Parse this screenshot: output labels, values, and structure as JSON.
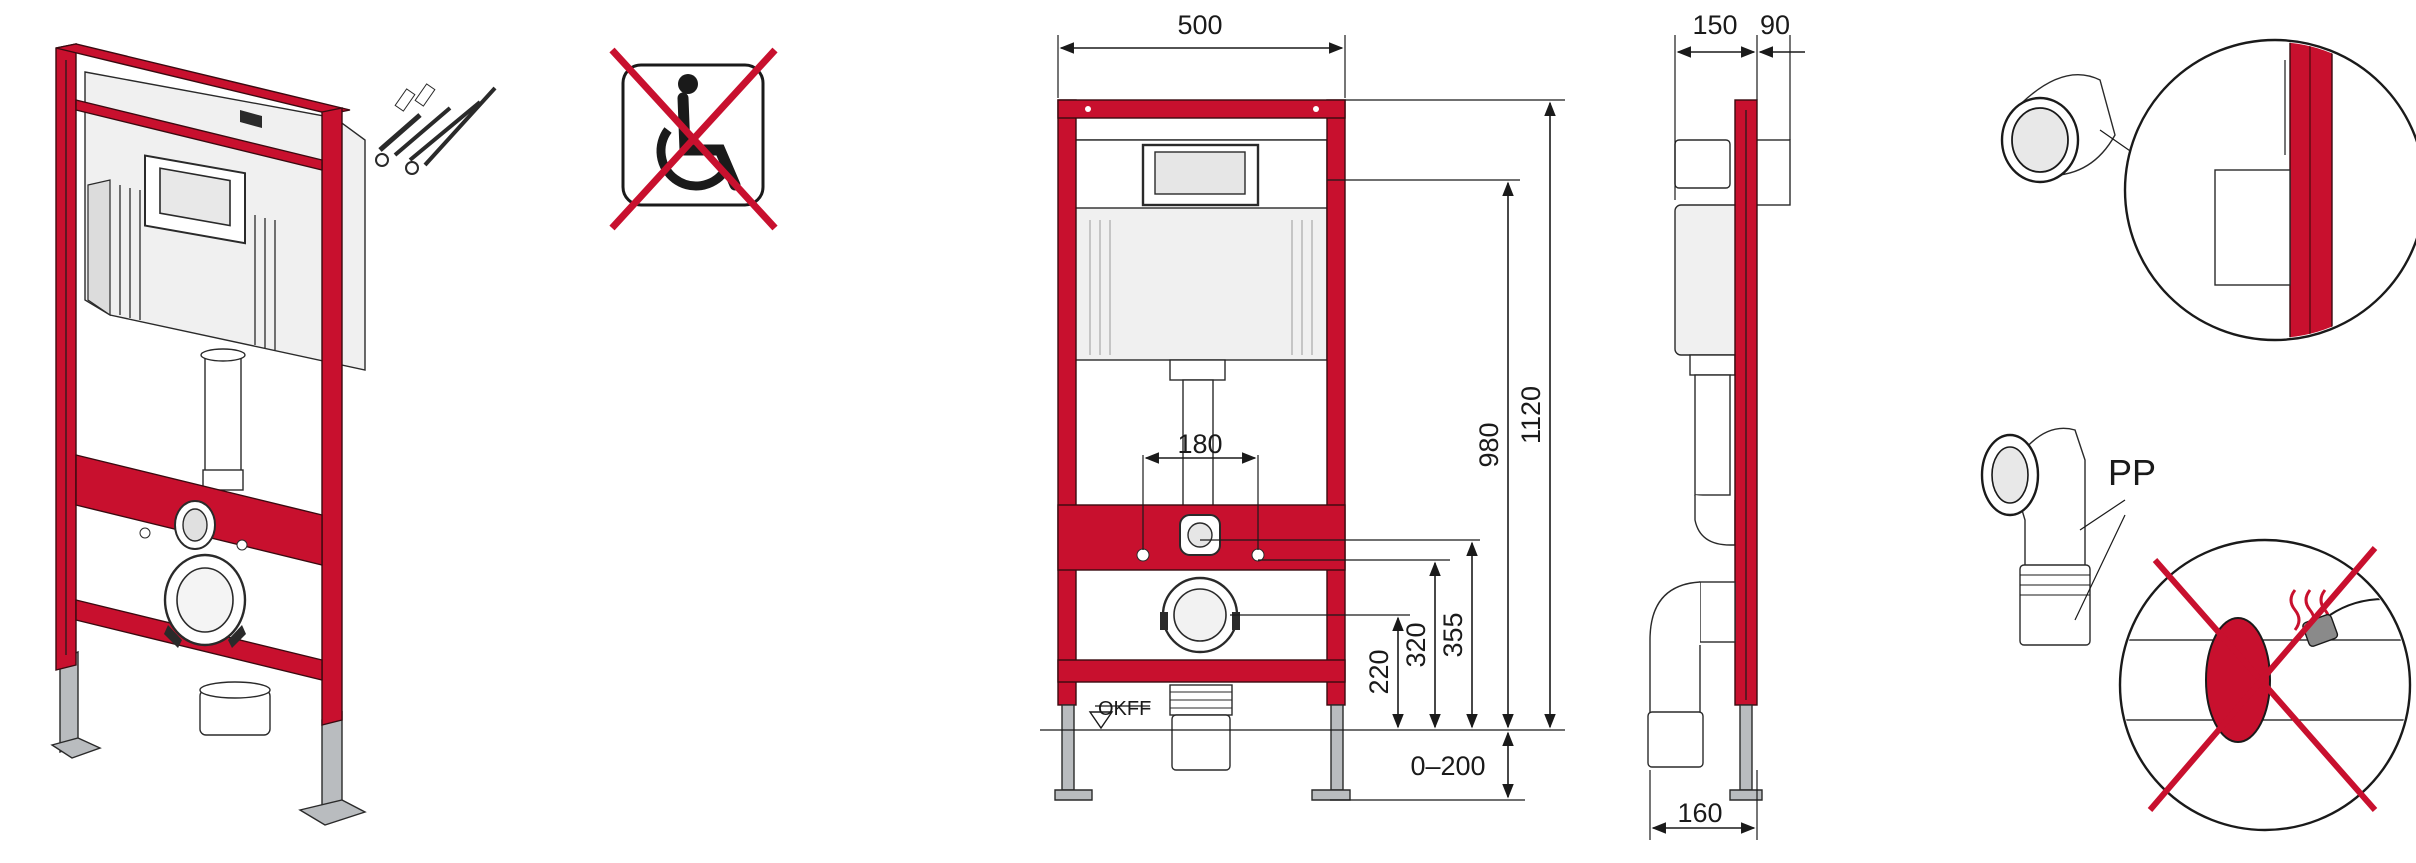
{
  "dimensions": {
    "width": "500",
    "depth_a": "150",
    "depth_b": "90",
    "height_980": "980",
    "height_1120": "1120",
    "spacing_180": "180",
    "h_220": "220",
    "h_320": "320",
    "h_355": "355",
    "range_0_200": "0–200",
    "depth_160": "160"
  },
  "labels": {
    "okff": "OKFF",
    "pp": "PP"
  },
  "colors": {
    "frame_red": "#c8102e",
    "cross_red": "#c8102e",
    "line": "#1a1a1a"
  },
  "icons": {
    "no_wheelchair": "wheelchair-crossed-icon",
    "no_heat": "heat-crossed-icon"
  }
}
